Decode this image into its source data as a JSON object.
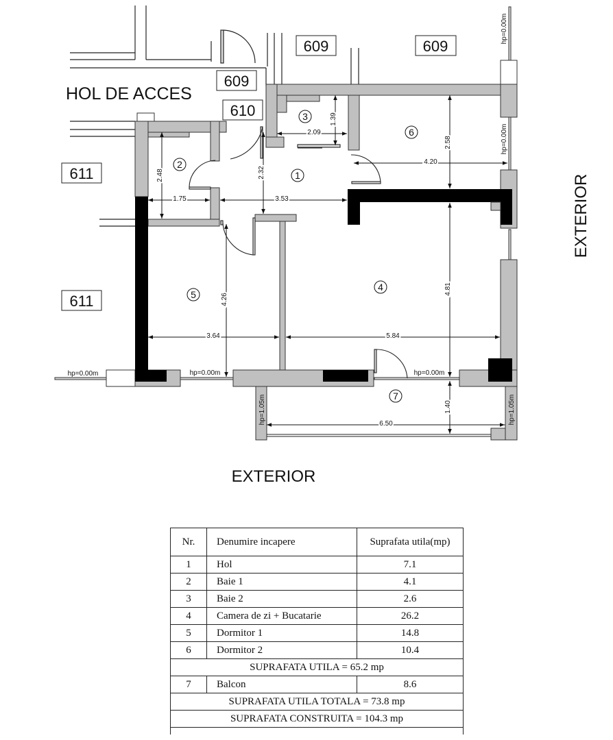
{
  "plan": {
    "labels": {
      "hol_de_acces": "HOL DE ACCES",
      "exterior_bottom": "EXTERIOR",
      "exterior_right": "EXTERIOR"
    },
    "neighbor_units": [
      "609",
      "609",
      "609",
      "610",
      "611",
      "611"
    ],
    "rooms": [
      {
        "nr": "1",
        "name": "Hol"
      },
      {
        "nr": "2",
        "name": "Baie 1"
      },
      {
        "nr": "3",
        "name": "Baie 2"
      },
      {
        "nr": "4",
        "name": "Camera de zi + Bucatarie"
      },
      {
        "nr": "5",
        "name": "Dormitor 1"
      },
      {
        "nr": "6",
        "name": "Dormitor 2"
      },
      {
        "nr": "7",
        "name": "Balcon"
      }
    ],
    "dimensions": {
      "d209": "2.09",
      "d139": "1.39",
      "d258": "2.58",
      "d420": "4.20",
      "d248": "2.48",
      "d232": "2.32",
      "d175": "1.75",
      "d353": "3.53",
      "d426": "4.26",
      "d481": "4.81",
      "d364": "3.64",
      "d584": "5.84",
      "d140": "1.40",
      "d650": "6.50"
    },
    "heights": {
      "hp_top_right": "hp=0.00m",
      "hp_right_mid": "hp=0.00m",
      "hp_bottom_left": "hp=0.00m",
      "hp_bottom_mid": "hp=0.00m",
      "hp_bottom_right": "hp=0.00m",
      "hp_balcony_left": "hp=1.05m",
      "hp_balcony_right": "hp=1.05m"
    },
    "colors": {
      "wall_gray": "#c0c0c0",
      "structural_black": "#000000",
      "line": "#1a1a1a"
    }
  },
  "table": {
    "headers": {
      "nr": "Nr.",
      "name": "Denumire incapere",
      "area": "Suprafata utila(mp)"
    },
    "rows": [
      {
        "nr": "1",
        "name": "Hol",
        "area": "7.1"
      },
      {
        "nr": "2",
        "name": "Baie 1",
        "area": "4.1"
      },
      {
        "nr": "3",
        "name": "Baie 2",
        "area": "2.6"
      },
      {
        "nr": "4",
        "name": "Camera de zi + Bucatarie",
        "area": "26.2"
      },
      {
        "nr": "5",
        "name": "Dormitor 1",
        "area": "14.8"
      },
      {
        "nr": "6",
        "name": "Dormitor 2",
        "area": "10.4"
      }
    ],
    "subtotal": "SUPRAFATA  UTILA  =  65.2 mp",
    "balcony": {
      "nr": "7",
      "name": "Balcon",
      "area": "8.6"
    },
    "total_utila": "SUPRAFATA  UTILA  TOTALA = 73.8 mp",
    "total_construita": "SUPRAFATA   CONSTRUITA = 104.3 mp"
  }
}
